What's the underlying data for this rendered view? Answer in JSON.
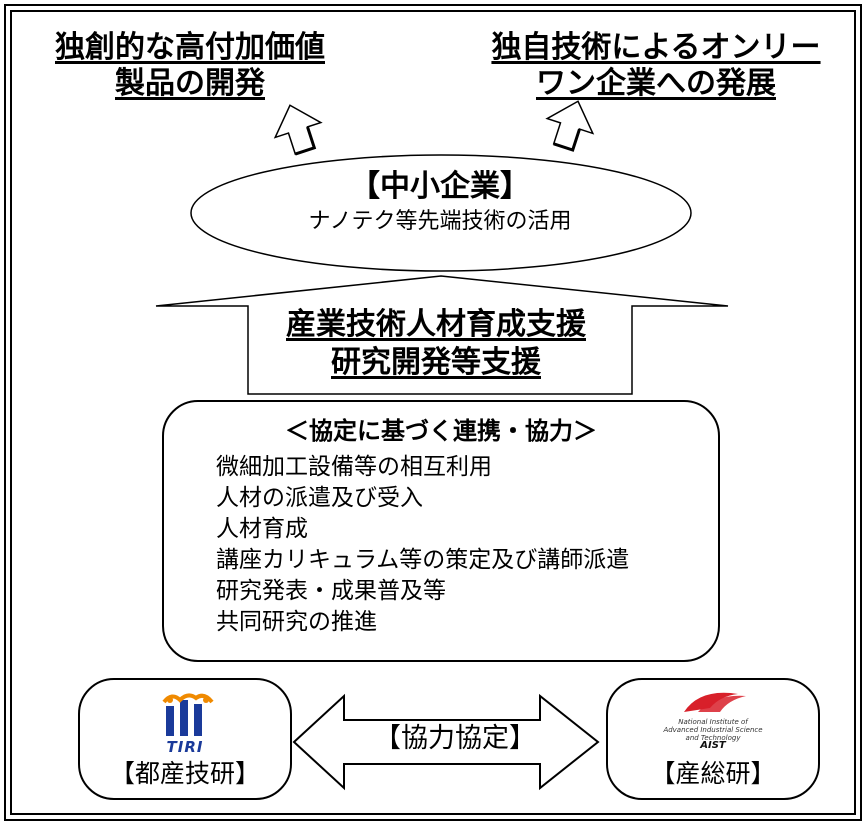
{
  "goals": {
    "left": [
      "独創的な高付加価値",
      "製品の開発"
    ],
    "right": [
      "独自技術によるオンリー",
      "ワン企業への発展"
    ]
  },
  "sme": {
    "title": "【中小企業】",
    "subtitle": "ナノテク等先端技術の活用"
  },
  "support": [
    "産業技術人材育成支援",
    "研究開発等支援"
  ],
  "cooperation": {
    "title": "＜協定に基づく連携・協力＞",
    "items": [
      "微細加工設備等の相互利用",
      "人材の派遣及び受入",
      "人材育成",
      "講座カリキュラム等の策定及び講師派遣",
      "研究発表・成果普及等",
      "共同研究の推進"
    ]
  },
  "orgs": {
    "tiri": {
      "label": "【都産技研】",
      "logo_text": "TIRI"
    },
    "aist": {
      "label": "【産総研】",
      "logo_lines": [
        "National Institute of",
        "Advanced Industrial Science",
        "and Technology"
      ],
      "logo_name": "AIST"
    }
  },
  "agreement": "【協力協定】",
  "colors": {
    "tiri_blue": "#1a3a9a",
    "tiri_orange": "#f08a00",
    "aist_red": "#d8202a"
  },
  "icons": [
    "up-arrow-icon",
    "double-headed-arrow-icon",
    "tiri-logo-icon",
    "aist-logo-icon"
  ]
}
